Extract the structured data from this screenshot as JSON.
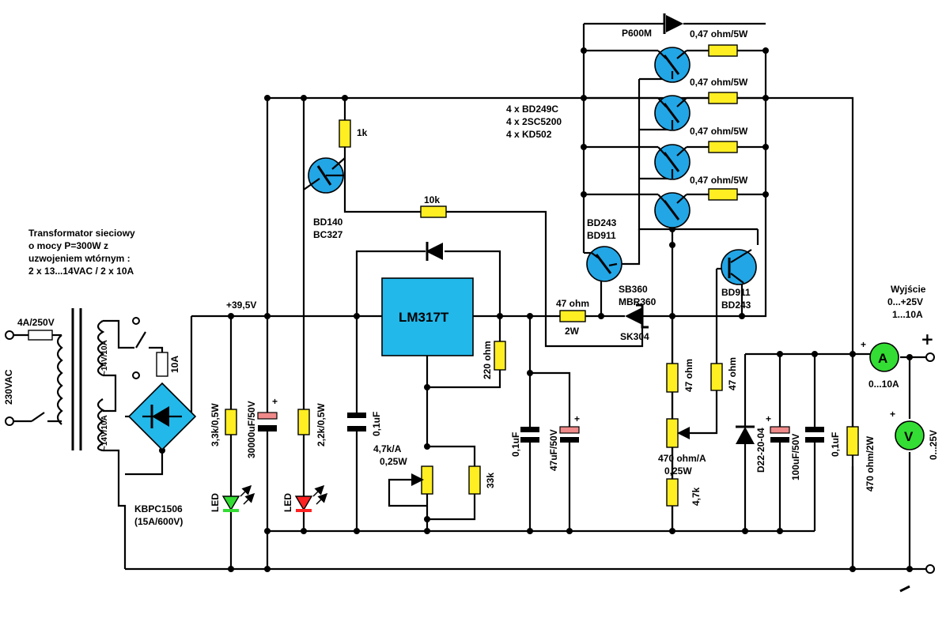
{
  "transformer": {
    "title_lines": [
      "Transformator sieciowy",
      "o mocy P=300W z",
      "uzwojeniem wtórnym :",
      "2 x 13...14VAC / 2 x 10A"
    ],
    "mains": "230VAC",
    "fuse": "4A/250V",
    "winding_1": "~14V/10A",
    "winding_2": "~14V/10A",
    "fuse_2": "10A"
  },
  "bridge": {
    "name": "KBPC1506",
    "rating": "(15A/600V)"
  },
  "rail_voltage": "+39,5V",
  "components": {
    "r_led_green": "3,3k/0,5W",
    "c_main": "30000uF/50V",
    "r_led_red": "2,2k/0,5W",
    "led_green": "LED",
    "led_red": "LED",
    "c_in": "0,1uF",
    "regulator": "LM317T",
    "r_1k": "1k",
    "r_10k": "10k",
    "q_driver": [
      "BD140",
      "BC327"
    ],
    "r_220": "220 ohm",
    "pot_current": [
      "4,7k/A",
      "0,25W"
    ],
    "r_33k": "33k",
    "c_adj": "0,1uF",
    "c_adj_e": "47uF/50V",
    "r_47_2w": [
      "47 ohm",
      "2W"
    ],
    "diode_schottky": [
      "SB360",
      "MBR360",
      "SK304"
    ],
    "diode_top": "P600M",
    "emitter_r": "0,47 ohm/5W",
    "power_tr": [
      "4 x BD249C",
      "4 x 2SC5200",
      "4 x KD502"
    ],
    "q_darlington": [
      "BD243",
      "BD911"
    ],
    "q_limit": [
      "BD911",
      "BD243"
    ],
    "r_47_a": "47 ohm",
    "r_47_b": "47 ohm",
    "pot_voltage": [
      "470 ohm/A",
      "0,25W"
    ],
    "r_4k7": "4,7k",
    "diode_out": "D22-20-04",
    "c_out_e": "100uF/50V",
    "c_out": "0,1uF",
    "r_bleeder": "470 ohm/2W"
  },
  "output": {
    "title_lines": [
      "Wyjście",
      "0...+25V",
      "1...10A"
    ],
    "ammeter": "A",
    "ammeter_range": "0...10A",
    "voltmeter": "V",
    "voltmeter_range": "0...25V",
    "plus": "+",
    "minus": "-",
    "meter_plus": "+"
  }
}
